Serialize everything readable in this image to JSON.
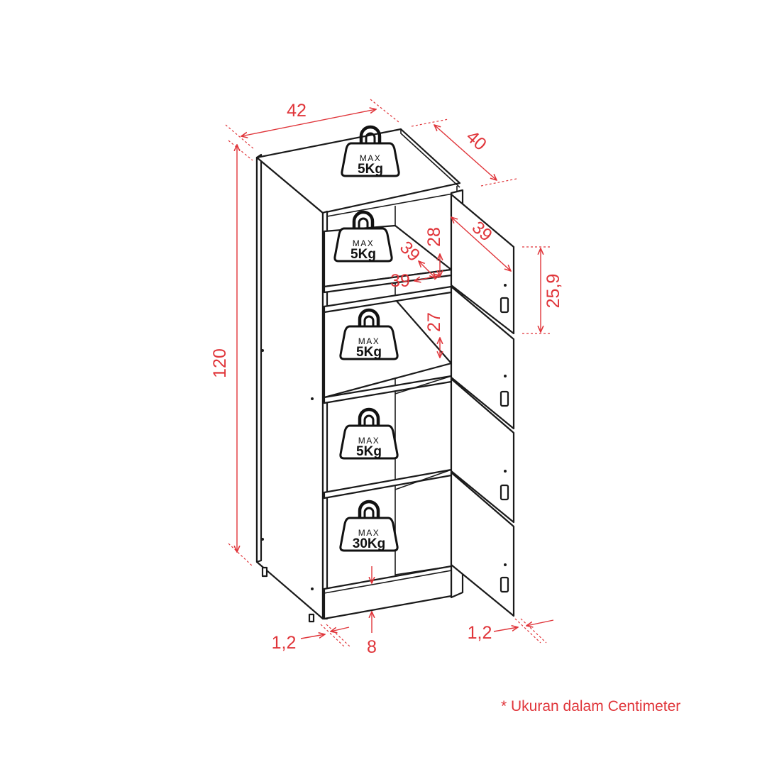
{
  "dimensions": {
    "width": "42",
    "depth": "40",
    "height": "120",
    "shelf_depth": "39",
    "shelf_width": "39",
    "door_width": "39",
    "top_compartment_height": "28",
    "compartment_height": "27",
    "door_height": "25,9",
    "panel_thickness_left": "1,2",
    "panel_thickness_right": "1,2",
    "plinth_height": "8"
  },
  "weights": {
    "max_label": "MAX",
    "top": "5Kg",
    "shelf_1": "5Kg",
    "shelf_2": "5Kg",
    "shelf_3": "5Kg",
    "bottom": "30Kg"
  },
  "footnote": "* Ukuran dalam Centimeter",
  "colors": {
    "dimension": "#e0353a",
    "outline": "#1a1a1a",
    "background": "#ffffff"
  }
}
